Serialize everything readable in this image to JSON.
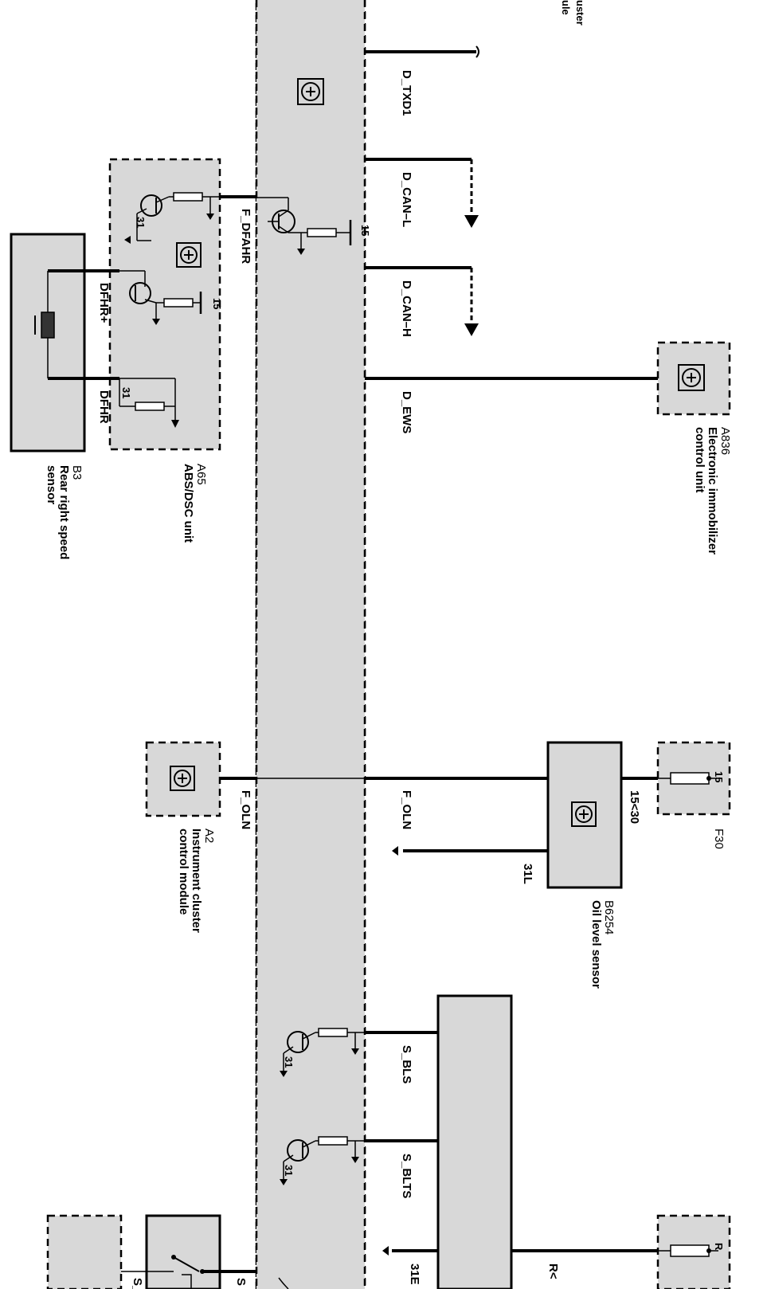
{
  "diagram": {
    "top_fragment": {
      "line1": "uster",
      "line2": "ule"
    },
    "signals": {
      "d_txd1": "D_TXD1",
      "d_can_l": "D_CAN–L",
      "d_can_h": "D_CAN–H",
      "d_ews": "D_EWS",
      "f_dfahr": "F_DFAHR",
      "f_oln_left": "F_OLN",
      "f_oln_right": "F_OLN",
      "s_bls": "S_BLS",
      "s_blts": "S_BLTS",
      "s_partial_left": "S_M",
      "s_partial_mid": "S",
      "r_partial": "R<",
      "e31_partial": "31E"
    },
    "pins": {
      "pin15_main": "15",
      "pin15_abs": "15",
      "pin31_abs_top": "31",
      "pin31_abs_bottom": "31",
      "dfhr_plus": "DFHR+",
      "dfhr": "DFHR",
      "pin15_30": "15<30",
      "pin31l": "31L",
      "fuse15": "15",
      "fuseR": "R",
      "pin31_bls": "31",
      "pin31_blts": "31"
    },
    "components": {
      "b3": {
        "code": "B3",
        "name_line1": "Rear right speed",
        "name_line2": "sensor"
      },
      "a65": {
        "code": "A65",
        "name_line1": "ABS/DSC unit"
      },
      "a836": {
        "code": "A836",
        "name_line1": "Electronic immobilizer",
        "name_line2": "control unit"
      },
      "a2": {
        "code": "A2",
        "name_line1": "Instrument cluster",
        "name_line2": "control module"
      },
      "b6254": {
        "code": "B6254",
        "name_line1": "Oil level sensor"
      },
      "f30": {
        "code": "F30"
      }
    }
  }
}
